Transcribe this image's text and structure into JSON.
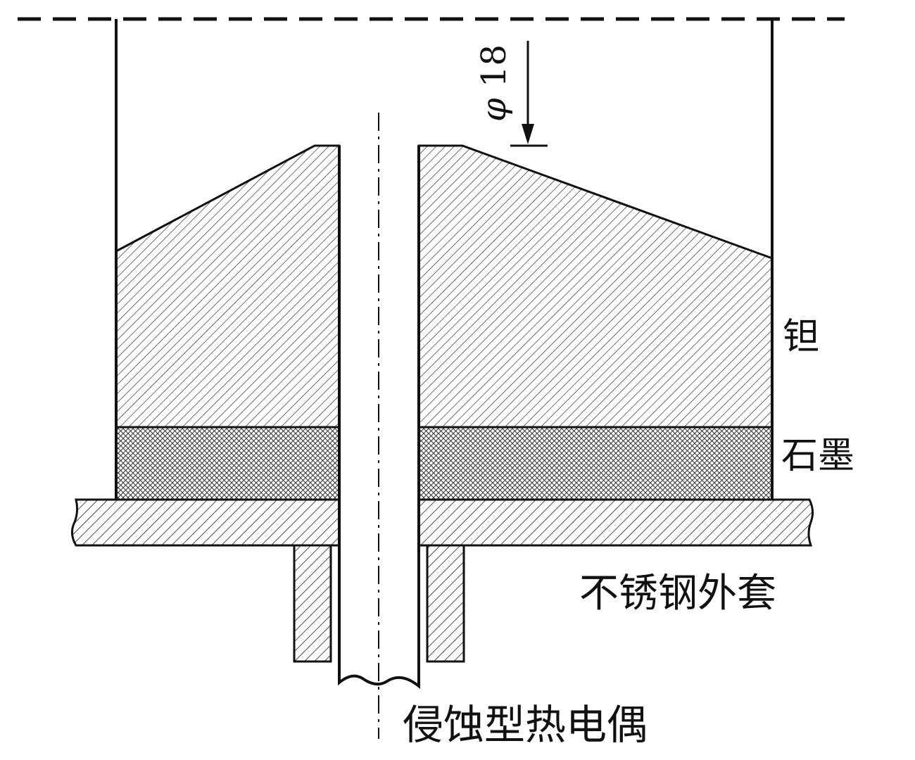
{
  "labels": {
    "tantalum": "钽",
    "graphite": "石墨",
    "stainless_sleeve": "不锈钢外套",
    "thermocouple": "侵蚀型热电偶",
    "diameter_symbol": "φ",
    "diameter_value": "18"
  },
  "colors": {
    "line": "#111111",
    "hatch": "#222222",
    "background": "#ffffff"
  }
}
